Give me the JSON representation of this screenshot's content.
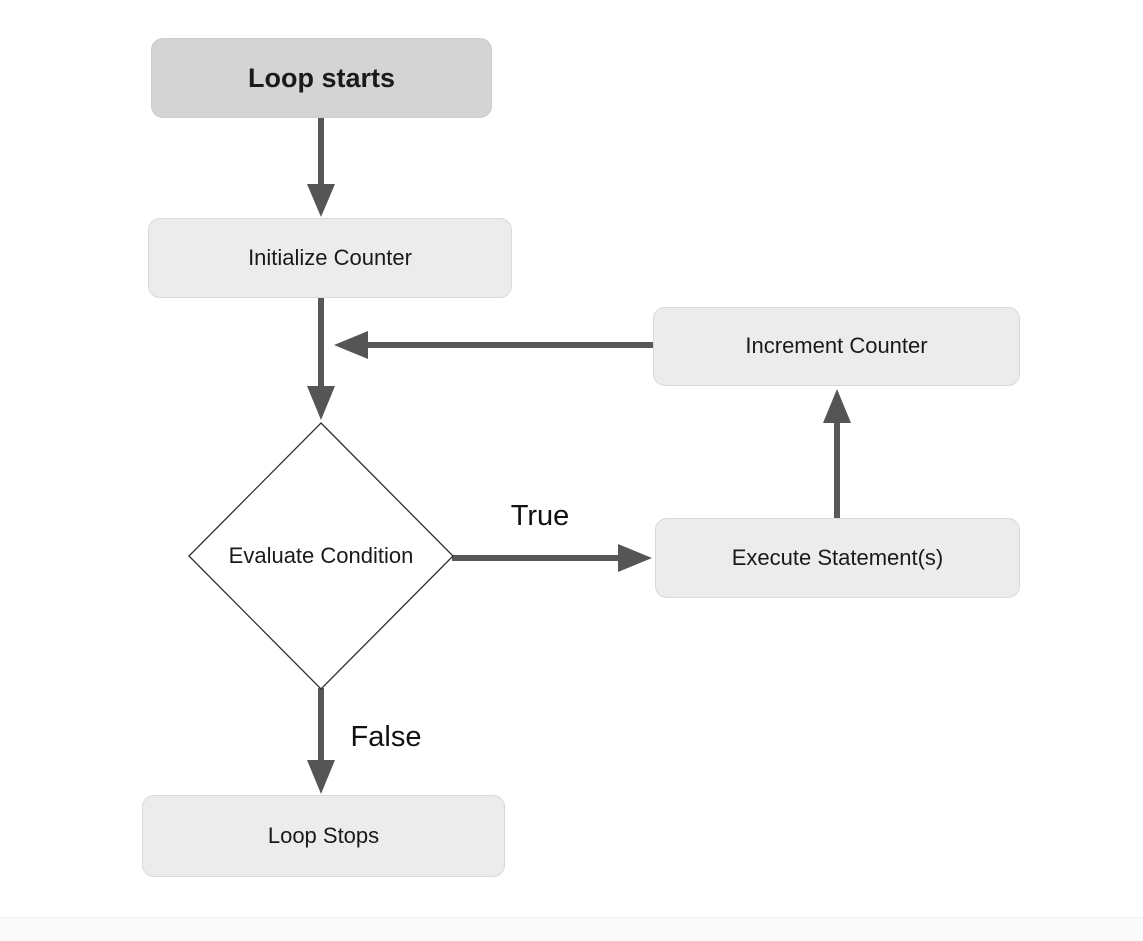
{
  "diagram": {
    "type": "flowchart",
    "topic": "loop control flow",
    "nodes": {
      "start": {
        "label": "Loop starts",
        "shape": "rounded-rect",
        "emphasis": "bold"
      },
      "initialize": {
        "label": "Initialize Counter",
        "shape": "rounded-rect"
      },
      "increment": {
        "label": "Increment Counter",
        "shape": "rounded-rect"
      },
      "evaluate": {
        "label": "Evaluate Condition",
        "shape": "diamond"
      },
      "execute": {
        "label": "Execute Statement(s)",
        "shape": "rounded-rect"
      },
      "stop": {
        "label": "Loop Stops",
        "shape": "rounded-rect"
      }
    },
    "edges": [
      {
        "from": "start",
        "to": "initialize",
        "label": ""
      },
      {
        "from": "initialize",
        "to": "evaluate",
        "label": ""
      },
      {
        "from": "evaluate",
        "to": "execute",
        "label": "True"
      },
      {
        "from": "execute",
        "to": "increment",
        "label": ""
      },
      {
        "from": "increment",
        "to": "evaluate",
        "label": ""
      },
      {
        "from": "evaluate",
        "to": "stop",
        "label": "False"
      }
    ],
    "edge_labels": {
      "true_label": "True",
      "false_label": "False"
    },
    "colors": {
      "arrow": "#585858",
      "start_node_fill": "#d4d4d4",
      "node_fill": "#ececec",
      "node_border": "#d9d9d9",
      "diamond_border": "#2f2f2f",
      "diamond_fill": "#ffffff",
      "text": "#1a1a1a",
      "background": "#ffffff",
      "footer_strip": "#fafafa"
    }
  }
}
